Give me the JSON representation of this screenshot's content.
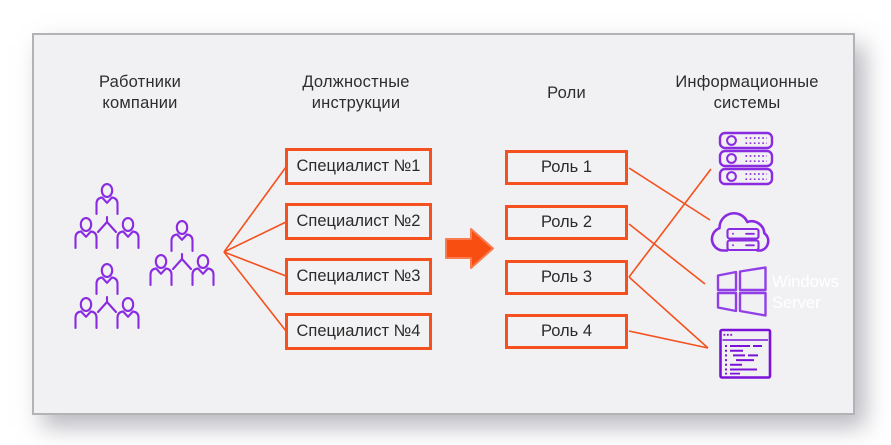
{
  "headers": {
    "employees": "Работники компании",
    "instructions": "Должностные инструкции",
    "roles": "Роли",
    "systems": "Информационные системы"
  },
  "specialists": [
    "Специалист №1",
    "Специалист №2",
    "Специалист №3",
    "Специалист №4"
  ],
  "roles": [
    "Роль 1",
    "Роль 2",
    "Роль 3",
    "Роль 4"
  ],
  "systems": [
    {
      "icon": "server-rack-icon",
      "label": ""
    },
    {
      "icon": "cloud-server-icon",
      "label": ""
    },
    {
      "icon": "windows-logo-icon",
      "label": "Windows Server"
    },
    {
      "icon": "code-window-icon",
      "label": ""
    }
  ],
  "links": {
    "employees_to_specialists": [
      {
        "from": "employee-groups",
        "to": "Специалист №1"
      },
      {
        "from": "employee-groups",
        "to": "Специалист №2"
      },
      {
        "from": "employee-groups",
        "to": "Специалист №3"
      },
      {
        "from": "employee-groups",
        "to": "Специалист №4"
      }
    ],
    "roles_to_systems": [
      {
        "from": "Роль 1",
        "to": "cloud-server"
      },
      {
        "from": "Роль 2",
        "to": "windows-server"
      },
      {
        "from": "Роль 3",
        "to": "server-rack"
      },
      {
        "from": "Роль 3",
        "to": "code-window"
      },
      {
        "from": "Роль 4",
        "to": "code-window"
      }
    ],
    "instructions_to_roles": "flow-arrow"
  },
  "colors": {
    "accent_orange": "#F4511E",
    "arrow_fill": "#F84E12",
    "icon_purple": "#8A2BE2",
    "code_purple": "#7B12D8",
    "text_dark": "#2D2D2D",
    "panel_bg": "#F1F1F3",
    "panel_border": "#B3B3B6",
    "windows_text": "#FFFFFF"
  }
}
